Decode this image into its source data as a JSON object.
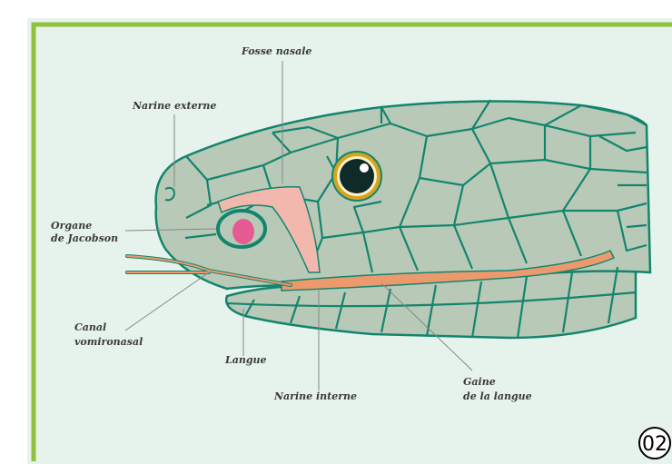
{
  "labels": {
    "fosse_nasale": "Fosse nasale",
    "narine_externe": "Narine externe",
    "organe_line1": "Organe",
    "organe_line2": "de Jacobson",
    "canal_line1": "Canal",
    "canal_line2": "vomironasal",
    "langue": "Langue",
    "narine_interne": "Narine interne",
    "gaine_line1": "Gaine",
    "gaine_line2": "de la langue"
  },
  "badge": "02",
  "colors": {
    "panel": "#e6f3ec",
    "frame": "#8fc13c",
    "head": "#b9c9b8",
    "scale_line": "#13856d",
    "tongue": "#ec9a6d",
    "nasal_pink": "#f2b8ad",
    "jacobson": "#e55a92",
    "eye_ring": "#d9a31e",
    "eye": "#0f2a28"
  }
}
